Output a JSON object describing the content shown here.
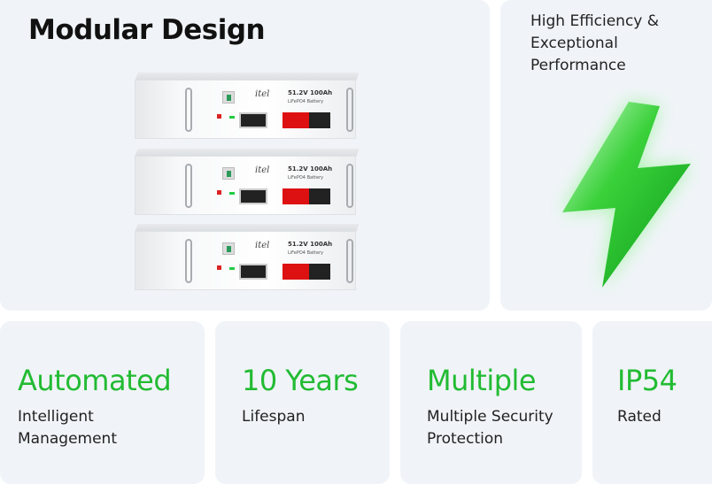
{
  "modular": {
    "title": "Modular Design",
    "battery": {
      "brand": "itel",
      "voltage_capacity": "51.2V 100Ah",
      "chemistry": "LiFePO4 Battery",
      "units": 3
    }
  },
  "efficiency": {
    "text": "High Efficiency & Exceptional Performance",
    "icon": "lightning-bolt-icon"
  },
  "stats": [
    {
      "big": "Automated",
      "small": "Intelligent Management"
    },
    {
      "big": "10 Years",
      "small": "Lifespan"
    },
    {
      "big": "Multiple",
      "small": "Multiple Security Protection"
    },
    {
      "big": "IP54",
      "small": "Rated"
    }
  ],
  "colors": {
    "accent": "#22bb33",
    "card": "#f0f4f8"
  }
}
